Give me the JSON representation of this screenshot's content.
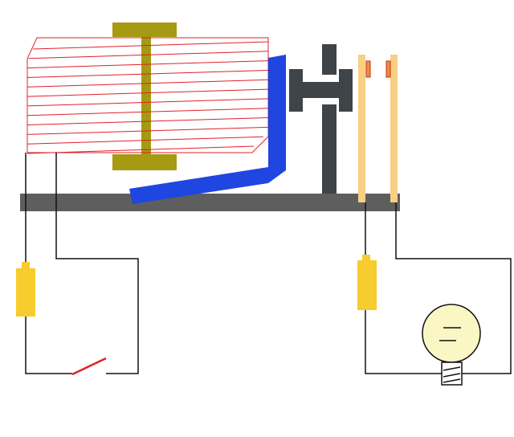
{
  "diagram": {
    "kind": "electromagnetic relay circuit",
    "labels": []
  },
  "colors": {
    "coil_winding": "#e0202a",
    "iron_core": "#a59a12",
    "armature": "#1f46e0",
    "frame": "#5e5e5e",
    "contact_post": "#3e4447",
    "contact_spring": "#f8cf83",
    "contact_tip": "#f58a3c",
    "battery": "#f6cc2e",
    "lamp_glass": "#fbf7c4",
    "wire": "#111111",
    "switch_lever": "#e02020"
  },
  "components": {
    "coil_circuit": {
      "battery": "battery-cell",
      "switch": "open",
      "coil": "electromagnet"
    },
    "load_circuit": {
      "battery": "battery-cell",
      "lamp": "off",
      "contacts": "open"
    }
  }
}
